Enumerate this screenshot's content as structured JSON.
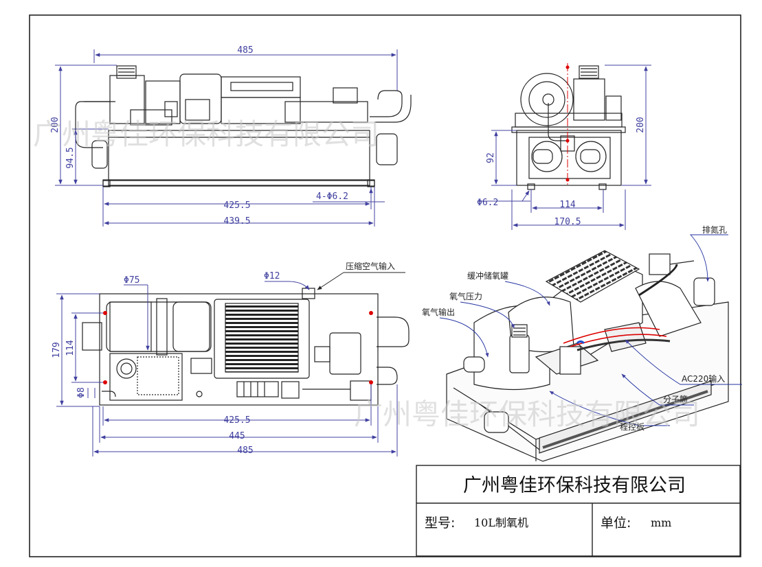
{
  "watermarks": [
    "广州粤佳环保科技有限公司",
    "广州粤佳环保科技有限公司"
  ],
  "side_view": {
    "overall_length": "485",
    "height": "200",
    "mount_height": "94.5",
    "hole_spacing": "425.5",
    "base_length": "439.5",
    "holes": "4-Φ6.2"
  },
  "end_view": {
    "height": "200",
    "mount_height": "92",
    "hole_dia": "Φ6.2",
    "hole_spacing": "114",
    "width": "170.5"
  },
  "top_view": {
    "tank_dia": "Φ75",
    "inlet_dia": "Φ12",
    "inlet_label": "压缩空气输入",
    "width": "179",
    "inner_width": "114",
    "mount_dia": "Φ8",
    "hole_spacing": "425.5",
    "base_length": "445",
    "overall_length": "485"
  },
  "iso_view": {
    "callouts": [
      "排氮孔",
      "缓冲储氧罐",
      "氧气压力",
      "氧气输出",
      "AC220输入",
      "分子筒",
      "程控板"
    ]
  },
  "title_block": {
    "company": "广州粤佳环保科技有限公司",
    "model_label": "型号:",
    "model_value": "10L制氧机",
    "unit_label": "单位:",
    "unit_value": "mm"
  }
}
